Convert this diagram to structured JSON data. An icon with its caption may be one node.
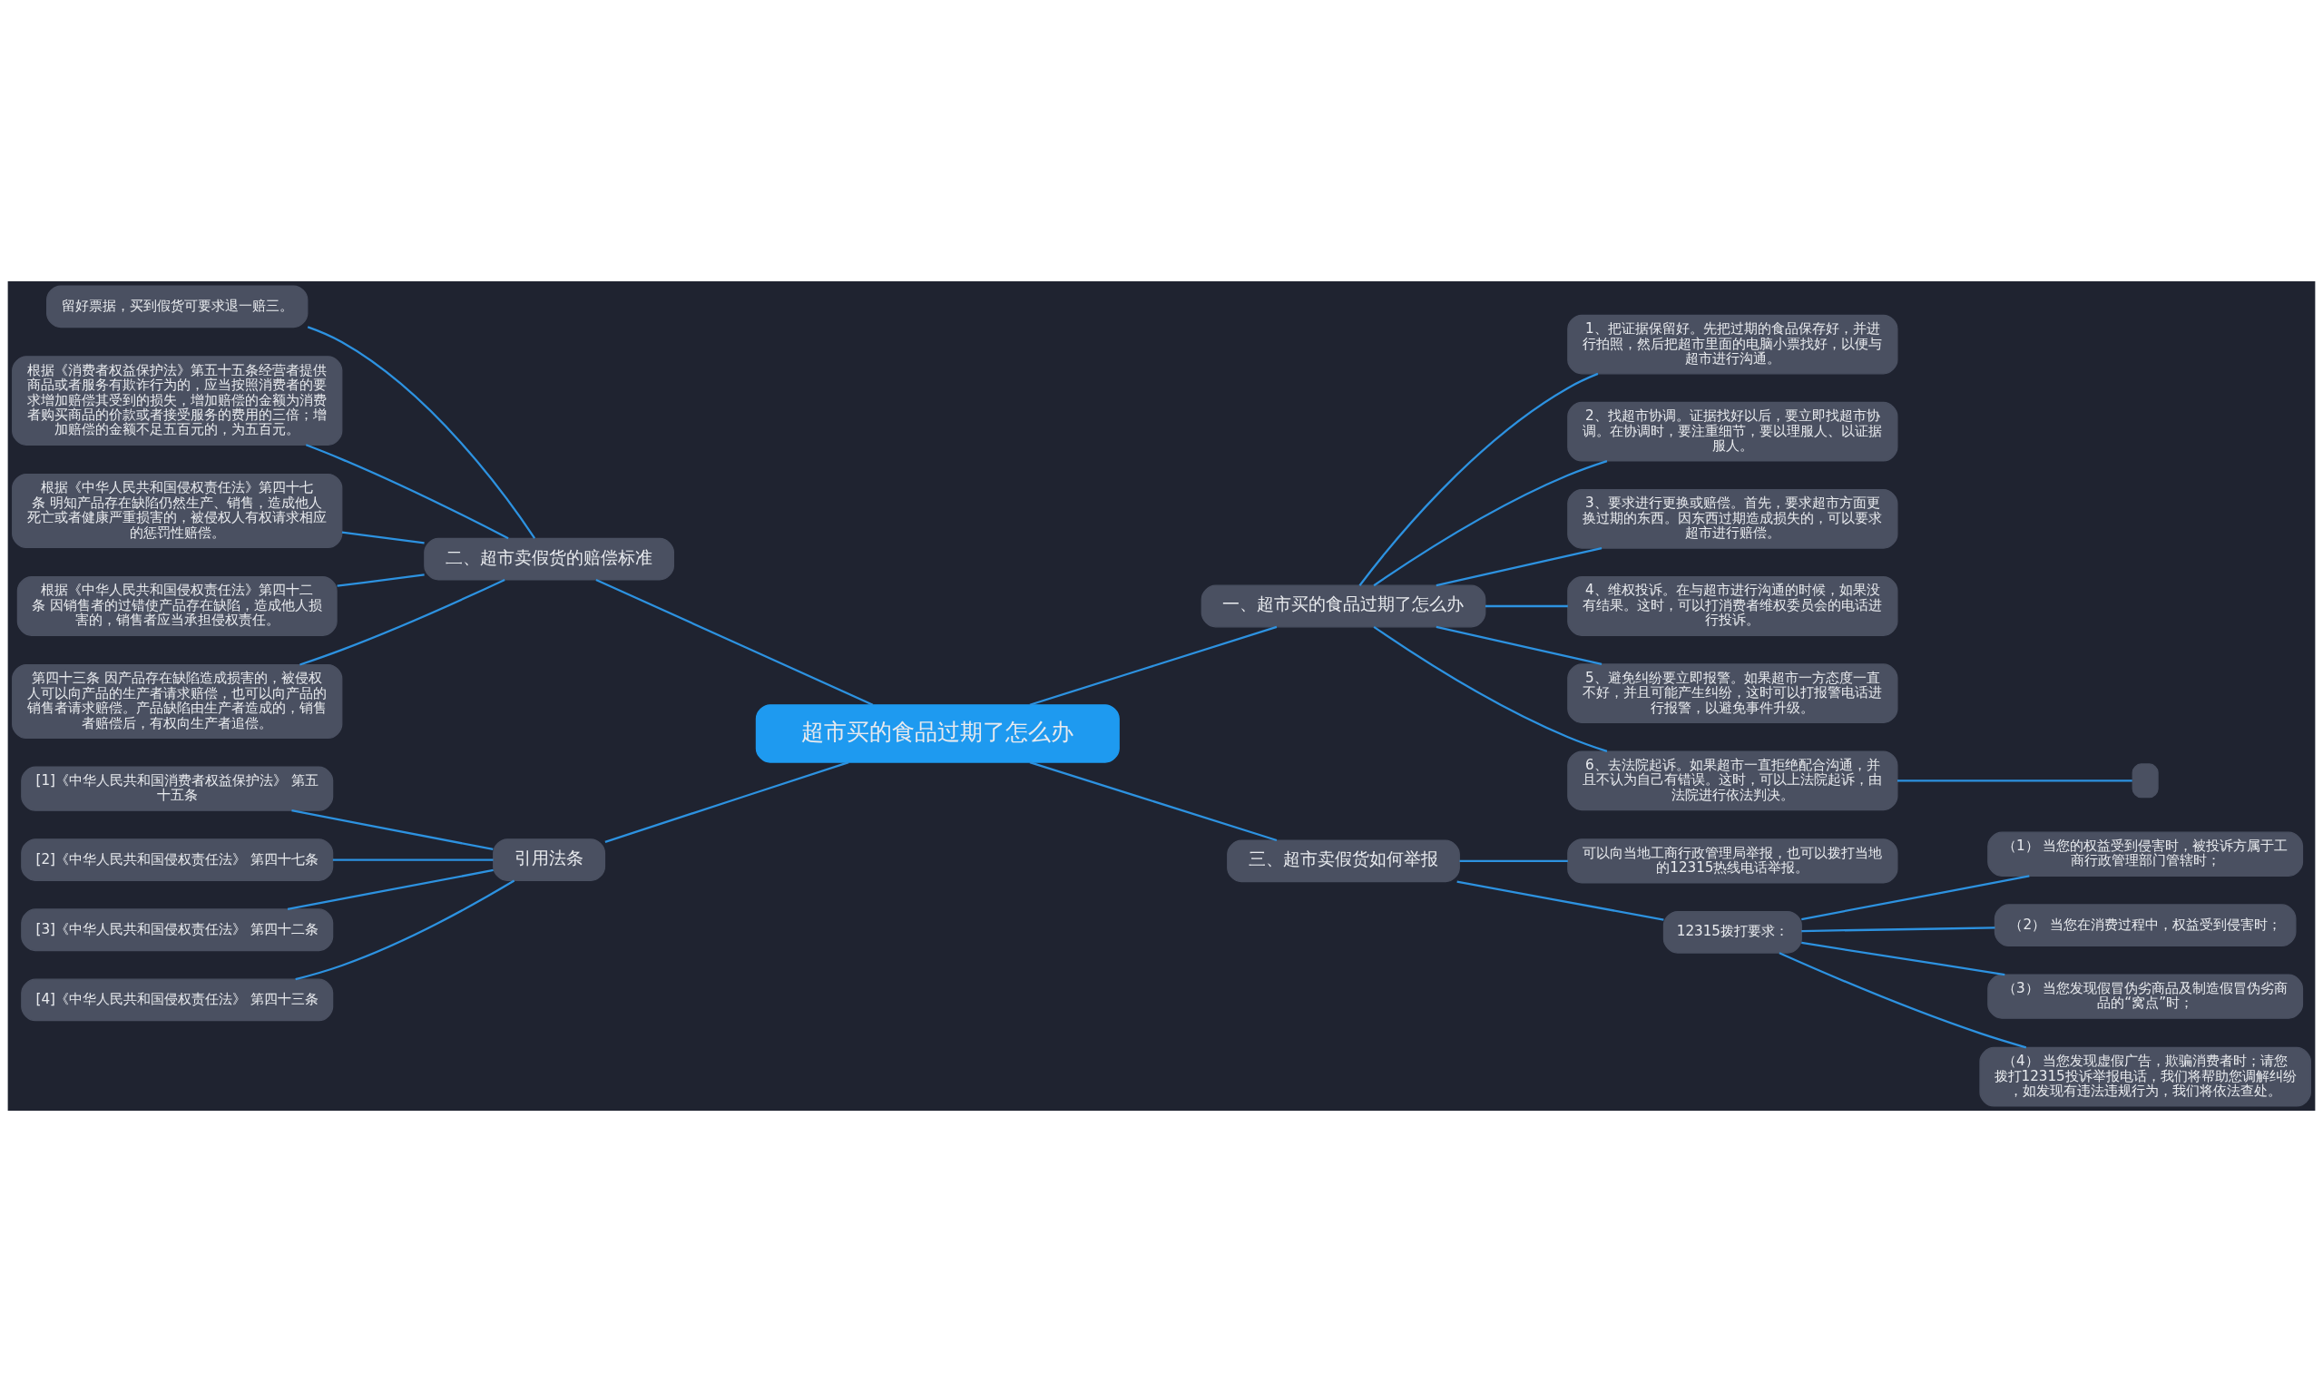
{
  "diagram": {
    "nodes": [
      {
        "text": [
          "超市买的食品过期了怎么办"
        ]
      },
      {
        "text": [
          "一、超市买的食品过期了怎么办"
        ]
      },
      {
        "text": [
          "1、把证据保留好。先把过期的食品保存好，并进行拍照，然后把超市里面的电脑小票找好，以便与超市进行沟通。"
        ]
      },
      {
        "text": [
          "2、找超市协调。证据找好以后，要立即找超市协调。在协调时，要注重细节，要以理服人、以证据服人。"
        ]
      },
      {
        "text": [
          "3、要求进行更换或赔偿。首先，要求超市方面更换过期的东西。因东西过期造成损失的，可以要求超市进行赔偿。"
        ]
      },
      {
        "text": [
          "4、维权投诉。在与超市进行沟通的时候，如果没有结果。这时，可以打消费者维权委员会的电话进行投诉。"
        ]
      },
      {
        "text": [
          "5、避免纠纷要立即报警。如果超市一方态度一直不好，并且可能产生纠纷，这时可以打报警电话进行报警，以避免事件升级。"
        ]
      },
      {
        "text": [
          "6、去法院起诉。如果超市一直拒绝配合沟通，并且不认为自己有错误。这时，可以上法院起诉，由法院进行依法判决。"
        ]
      },
      {
        "text": [],
        "shape": "box"
      },
      {
        "text": [
          "二、超市卖假货的赔偿标准"
        ]
      },
      {
        "text": [
          "留好票据，买到假货可要求退一赔三。"
        ]
      },
      {
        "text": [
          "根据《消费者权益保护法》第五十五条经营者提供商品或者服务有欺诈行为的，应当按照消费者的要求增加赔偿其受到的损失，增加赔偿的金额为消费者购买商品的价款或者接受服务的费用的三倍；增加赔偿的金额不足五百元的，为五百元。"
        ]
      },
      {
        "text": [
          "根据《中华人民共和国侵权责任法》第四十七条 明知产品存在缺陷仍然生产、销售，造成他人死亡或者健康严重损害的，被侵权人有权请求相应的惩罚性赔偿。"
        ]
      },
      {
        "text": [
          "根据《中华人民共和国侵权责任法》第四十二条 因销售者的过错使产品存在缺陷，造成他人损害的，销售者应当承担侵权责任。"
        ]
      },
      {
        "text": [
          "第四十三条 因产品存在缺陷造成损害的，被侵权人可以向产品的生产者请求赔偿，也可以向产品的销售者请求赔偿。产品缺陷由生产者造成的，销售者赔偿后，有权向生产者追偿。"
        ]
      },
      {
        "text": [
          "三、超市卖假货如何举报"
        ]
      },
      {
        "text": [
          "可以向当地工商行政管理局举报，也可以拨打当地的12315热线电话举报。"
        ]
      },
      {
        "text": [
          "12315拨打要求："
        ]
      },
      {
        "text": [
          "（1） 当您的权益受到侵害时，被投诉方属于工商行政管理部门管辖时；"
        ]
      },
      {
        "text": [
          "（2） 当您在消费过程中，权益受到侵害时；"
        ]
      },
      {
        "text": [
          "（3） 当您发现假冒伪劣商品及制造假冒伪劣商品的“窝点”时；"
        ]
      },
      {
        "text": [
          "（4） 当您发现虚假广告，欺骗消费者时；请您拨打12315投诉举报电话，我们将帮助您调解纠纷，如发现有违法违规行为，我们将依法查处。"
        ]
      },
      {
        "text": [
          "引用法条"
        ]
      },
      {
        "text": [
          "[1]《中华人民共和国消费者权益保护法》 第五十五条"
        ]
      },
      {
        "text": [
          "[2]《中华人民共和国侵权责任法》 第四十七条"
        ]
      },
      {
        "text": [
          "[3]《中华人民共和国侵权责任法》 第四十二条"
        ]
      },
      {
        "text": [
          "[4]《中华人民共和国侵权责任法》 第四十三条"
        ]
      }
    ],
    "edges": [
      {
        "from": 0,
        "to": 1,
        "arrow": "none"
      },
      {
        "from": 1,
        "to": 2,
        "arrow": "none"
      },
      {
        "from": 1,
        "to": 3,
        "arrow": "none"
      },
      {
        "from": 1,
        "to": 4,
        "arrow": "none"
      },
      {
        "from": 1,
        "to": 5,
        "arrow": "none"
      },
      {
        "from": 1,
        "to": 6,
        "arrow": "none"
      },
      {
        "from": 1,
        "to": 7,
        "arrow": "none"
      },
      {
        "from": 7,
        "to": 8,
        "arrow": "none"
      },
      {
        "from": 0,
        "to": 9,
        "arrow": "none"
      },
      {
        "from": 9,
        "to": 10,
        "arrow": "none"
      },
      {
        "from": 9,
        "to": 11,
        "arrow": "none"
      },
      {
        "from": 9,
        "to": 12,
        "arrow": "none"
      },
      {
        "from": 9,
        "to": 13,
        "arrow": "none"
      },
      {
        "from": 9,
        "to": 14,
        "arrow": "none"
      },
      {
        "from": 0,
        "to": 15,
        "arrow": "none"
      },
      {
        "from": 15,
        "to": 16,
        "arrow": "none"
      },
      {
        "from": 15,
        "to": 17,
        "arrow": "none"
      },
      {
        "from": 17,
        "to": 18,
        "arrow": "none"
      },
      {
        "from": 17,
        "to": 19,
        "arrow": "none"
      },
      {
        "from": 17,
        "to": 20,
        "arrow": "none"
      },
      {
        "from": 17,
        "to": 21,
        "arrow": "none"
      },
      {
        "from": 0,
        "to": 22,
        "arrow": "none"
      },
      {
        "from": 22,
        "to": 23,
        "arrow": "none"
      },
      {
        "from": 22,
        "to": 24,
        "arrow": "none"
      },
      {
        "from": 22,
        "to": 25,
        "arrow": "none"
      },
      {
        "from": 22,
        "to": 26,
        "arrow": "none"
      }
    ]
  }
}
